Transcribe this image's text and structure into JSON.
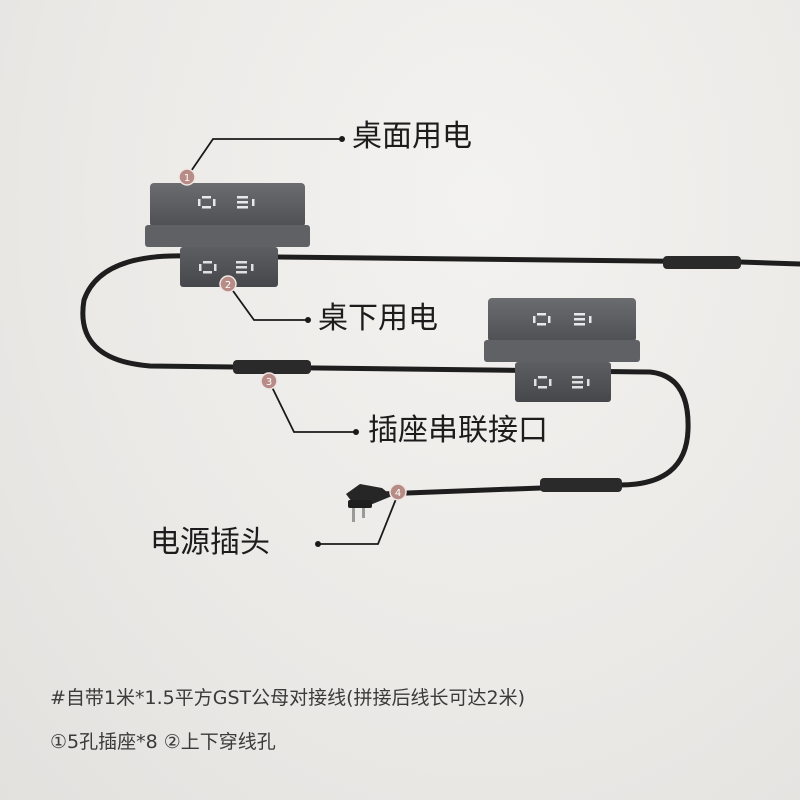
{
  "callouts": {
    "desktop_power": "桌面用电",
    "under_desk_power": "桌下用电",
    "series_interface": "插座串联接口",
    "power_plug": "电源插头"
  },
  "markers": [
    "1",
    "2",
    "3",
    "4"
  ],
  "footnotes": {
    "line1": "#自带1米*1.5平方GST公母对接线(拼接后线长可达2米)",
    "line2": "①5孔插座*8 ②上下穿线孔"
  },
  "colors": {
    "background": "#ecebe8",
    "cable": "#1e1e1e",
    "socket_body": "#5a5c60",
    "marker": "#b88c86",
    "leader": "#1a1a1a"
  },
  "icons": [
    "socket-outlet-icon",
    "power-plug-icon"
  ]
}
